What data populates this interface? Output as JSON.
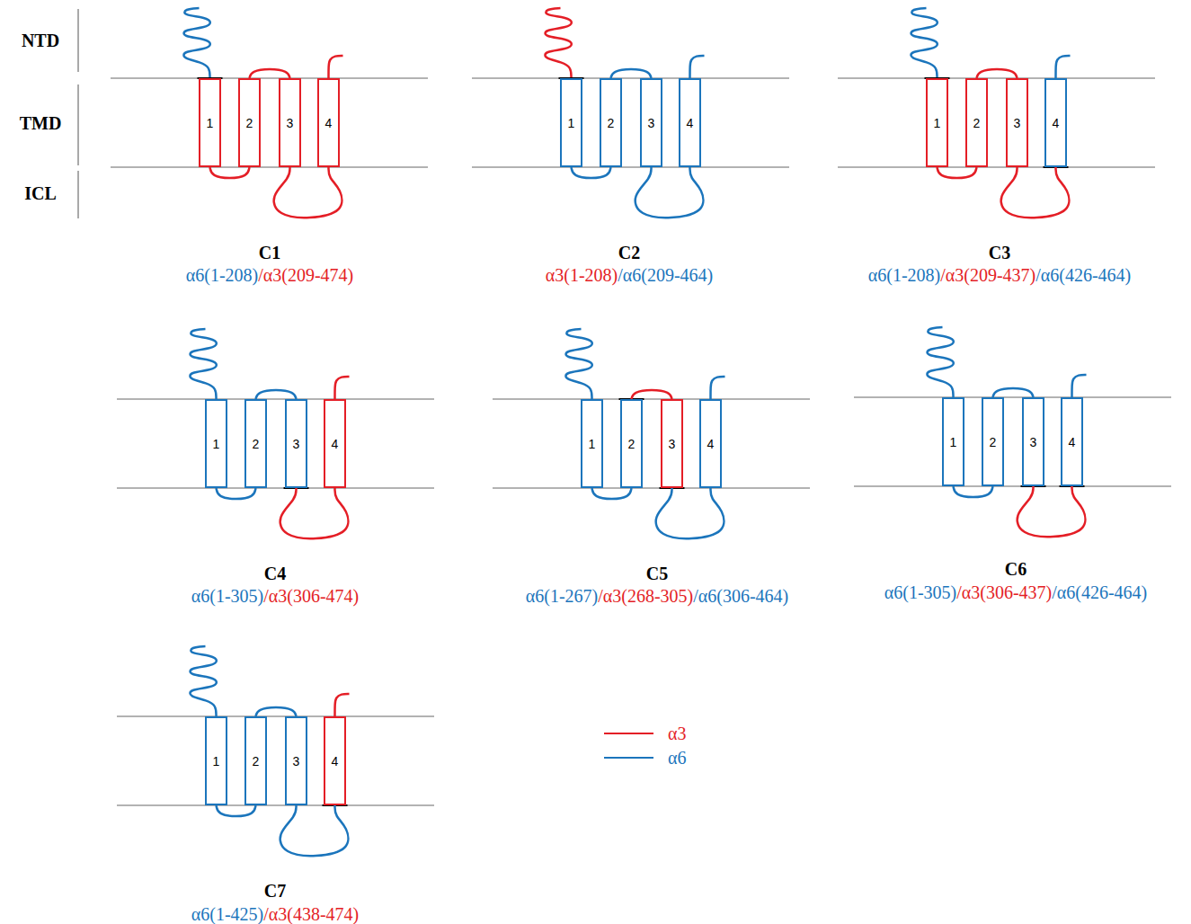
{
  "diagram": {
    "nodes": [
      {
        "text": [
          "1"
        ]
      },
      {
        "text": [
          "2"
        ]
      },
      {
        "text": [
          "3"
        ]
      },
      {
        "text": [
          "4"
        ]
      },
      {
        "text": [
          "1"
        ]
      },
      {
        "text": [
          "2"
        ]
      },
      {
        "text": [
          "3"
        ]
      },
      {
        "text": [
          "4"
        ]
      },
      {
        "text": [
          "1"
        ]
      },
      {
        "text": [
          "2"
        ]
      },
      {
        "text": [
          "3"
        ]
      },
      {
        "text": [
          "4"
        ]
      },
      {
        "text": [
          "1"
        ]
      },
      {
        "text": [
          "2"
        ]
      },
      {
        "text": [
          "3"
        ]
      },
      {
        "text": [
          "4"
        ]
      },
      {
        "text": [
          "1"
        ]
      },
      {
        "text": [
          "2"
        ]
      },
      {
        "text": [
          "3"
        ]
      },
      {
        "text": [
          "4"
        ]
      },
      {
        "text": [
          "1"
        ]
      },
      {
        "text": [
          "2"
        ]
      },
      {
        "text": [
          "3"
        ]
      },
      {
        "text": [
          "4"
        ]
      },
      {
        "text": [
          "1"
        ]
      },
      {
        "text": [
          "2"
        ]
      },
      {
        "text": [
          "3"
        ]
      },
      {
        "text": [
          "4"
        ]
      }
    ],
    "edges": [
      {
        "from": 0,
        "to": 1,
        "arrow": "none"
      },
      {
        "from": 1,
        "to": 2,
        "arrow": "none"
      },
      {
        "from": 2,
        "to": 3,
        "arrow": "none"
      },
      {
        "from": 4,
        "to": 5,
        "arrow": "none"
      },
      {
        "from": 5,
        "to": 6,
        "arrow": "none"
      },
      {
        "from": 6,
        "to": 7,
        "arrow": "none"
      },
      {
        "from": 8,
        "to": 9,
        "arrow": "none"
      },
      {
        "from": 9,
        "to": 10,
        "arrow": "none"
      },
      {
        "from": 10,
        "to": 11,
        "arrow": "none"
      },
      {
        "from": 12,
        "to": 13,
        "arrow": "none"
      },
      {
        "from": 13,
        "to": 14,
        "arrow": "none"
      },
      {
        "from": 14,
        "to": 15,
        "arrow": "none"
      },
      {
        "from": 16,
        "to": 17,
        "arrow": "none"
      },
      {
        "from": 17,
        "to": 18,
        "arrow": "none"
      },
      {
        "from": 18,
        "to": 19,
        "arrow": "none"
      },
      {
        "from": 20,
        "to": 21,
        "arrow": "none"
      },
      {
        "from": 21,
        "to": 22,
        "arrow": "none"
      },
      {
        "from": 22,
        "to": 23,
        "arrow": "none"
      },
      {
        "from": 24,
        "to": 25,
        "arrow": "none"
      },
      {
        "from": 25,
        "to": 26,
        "arrow": "none"
      },
      {
        "from": 26,
        "to": 27,
        "arrow": "none"
      }
    ],
    "labels": [
      "NTD",
      "TMD",
      "ICL",
      "C1",
      "α6(1-208)/α3(209-474)",
      "C2",
      "α3(1-208)/α6(209-464)",
      "C3",
      "α6(1-208)/α3(209-437)/α6(426-464)",
      "C4",
      "α6(1-305)/α3(306-474)",
      "C5",
      "α6(1-267)/α3(268-305)/α6(306-464)",
      "C6",
      "α6(1-305)/α3(306-437)/α6(426-464)",
      "C7",
      "α6(1-425)/α3(438-474)"
    ],
    "legend": [
      {
        "text": "α3",
        "color": "#e41e26"
      },
      {
        "text": "α6",
        "color": "#1b75bc"
      }
    ]
  }
}
